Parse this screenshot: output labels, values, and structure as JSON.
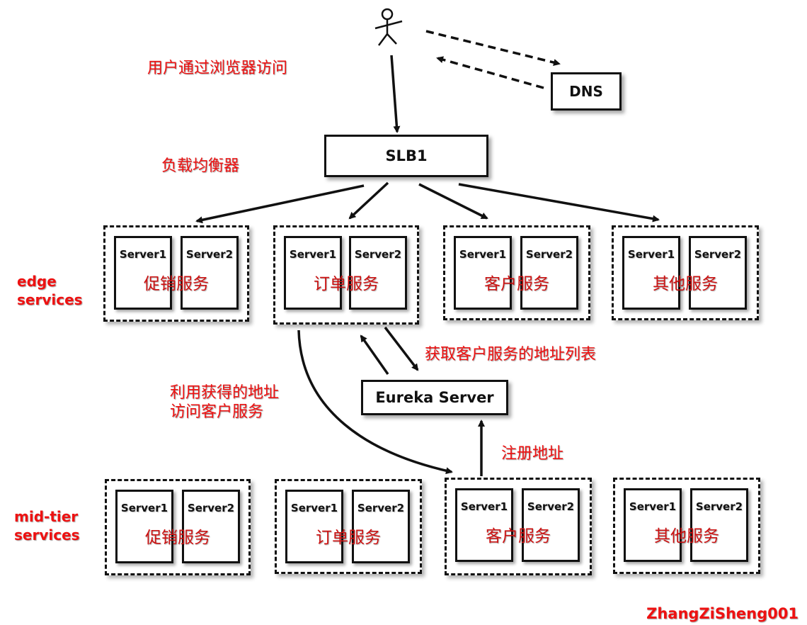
{
  "user": {
    "icon": "stick-figure-user-icon"
  },
  "notes": {
    "browser_access": "用户通过浏览器访问",
    "load_balancer": "负载均衡器",
    "get_address_list": "获取客户服务的地址列表",
    "use_address_line1": "利用获得的地址",
    "use_address_line2": "访问客户服务",
    "register_address": "注册地址"
  },
  "nodes": {
    "dns": "DNS",
    "slb": "SLB1",
    "eureka": "Eureka Server"
  },
  "tiers": {
    "edge_line1": "edge",
    "edge_line2": "services",
    "mid_line1": "mid-tier",
    "mid_line2": "services"
  },
  "edge_services": [
    {
      "label": "促销服务",
      "server1": "Server1",
      "server2": "Server2"
    },
    {
      "label": "订单服务",
      "server1": "Server1",
      "server2": "Server2"
    },
    {
      "label": "客户服务",
      "server1": "Server1",
      "server2": "Server2"
    },
    {
      "label": "其他服务",
      "server1": "Server1",
      "server2": "Server2"
    }
  ],
  "mid_services": [
    {
      "label": "促销服务",
      "server1": "Server1",
      "server2": "Server2"
    },
    {
      "label": "订单服务",
      "server1": "Server1",
      "server2": "Server2"
    },
    {
      "label": "客户服务",
      "server1": "Server1",
      "server2": "Server2"
    },
    {
      "label": "其他服务",
      "server1": "Server1",
      "server2": "Server2"
    }
  ],
  "watermark": "ZhangZiSheng001",
  "colors": {
    "annotation": "#ee1111",
    "line": "#111111"
  }
}
